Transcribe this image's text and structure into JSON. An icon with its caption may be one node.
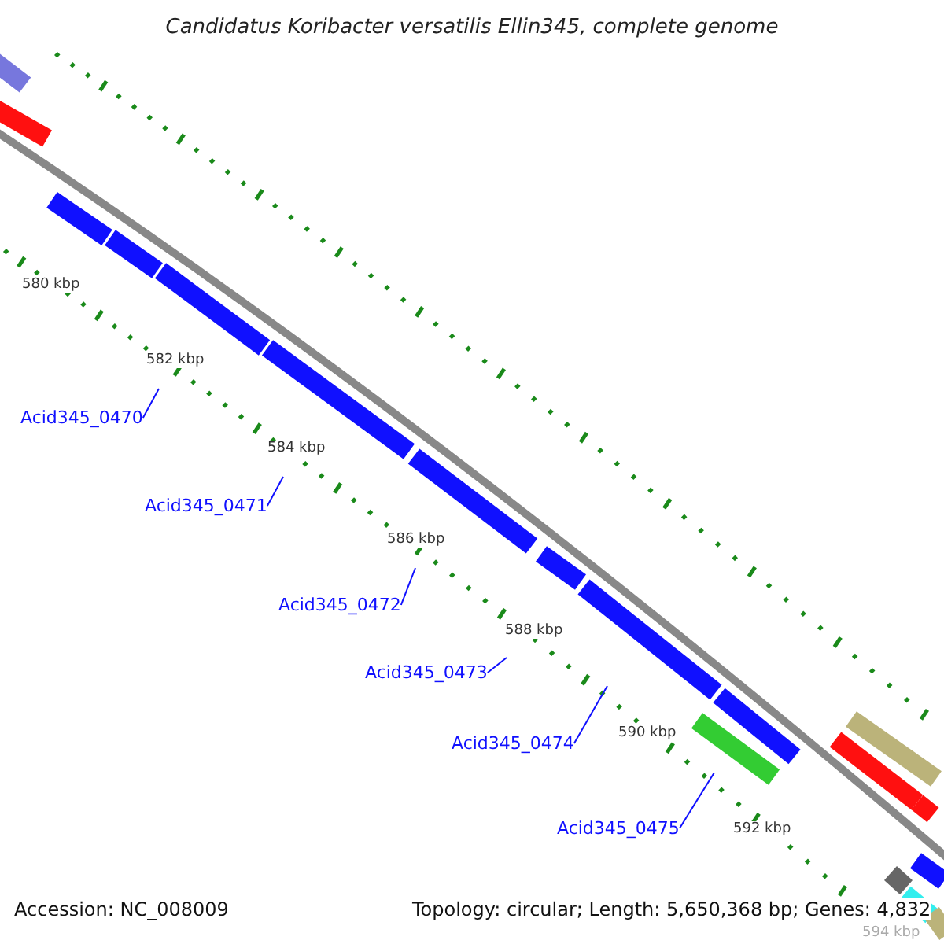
{
  "diagram": {
    "title": "Candidatus Koribacter versatilis Ellin345, complete genome",
    "nodes": [
      {
        "text": [
          "Acid345_0470"
        ]
      },
      {
        "text": [
          "Acid345_0471"
        ]
      },
      {
        "text": [
          "Acid345_0472"
        ]
      },
      {
        "text": [
          "Acid345_0473"
        ]
      },
      {
        "text": [
          "Acid345_0474"
        ]
      },
      {
        "text": [
          "Acid345_0475"
        ]
      }
    ],
    "edges": [
      {
        "from": 0,
        "to": null,
        "arrow": "none"
      },
      {
        "from": 1,
        "to": null,
        "arrow": "none"
      },
      {
        "from": 2,
        "to": null,
        "arrow": "none"
      },
      {
        "from": 3,
        "to": null,
        "arrow": "none"
      },
      {
        "from": 4,
        "to": null,
        "arrow": "none"
      },
      {
        "from": 5,
        "to": null,
        "arrow": "none"
      }
    ],
    "labels": [
      "580 kbp",
      "582 kbp",
      "584 kbp",
      "586 kbp",
      "588 kbp",
      "590 kbp",
      "592 kbp",
      "594 kbp",
      "Accession: NC_008009",
      "Topology: circular; Length: 5,650,368 bp; Genes: 4,832"
    ]
  }
}
